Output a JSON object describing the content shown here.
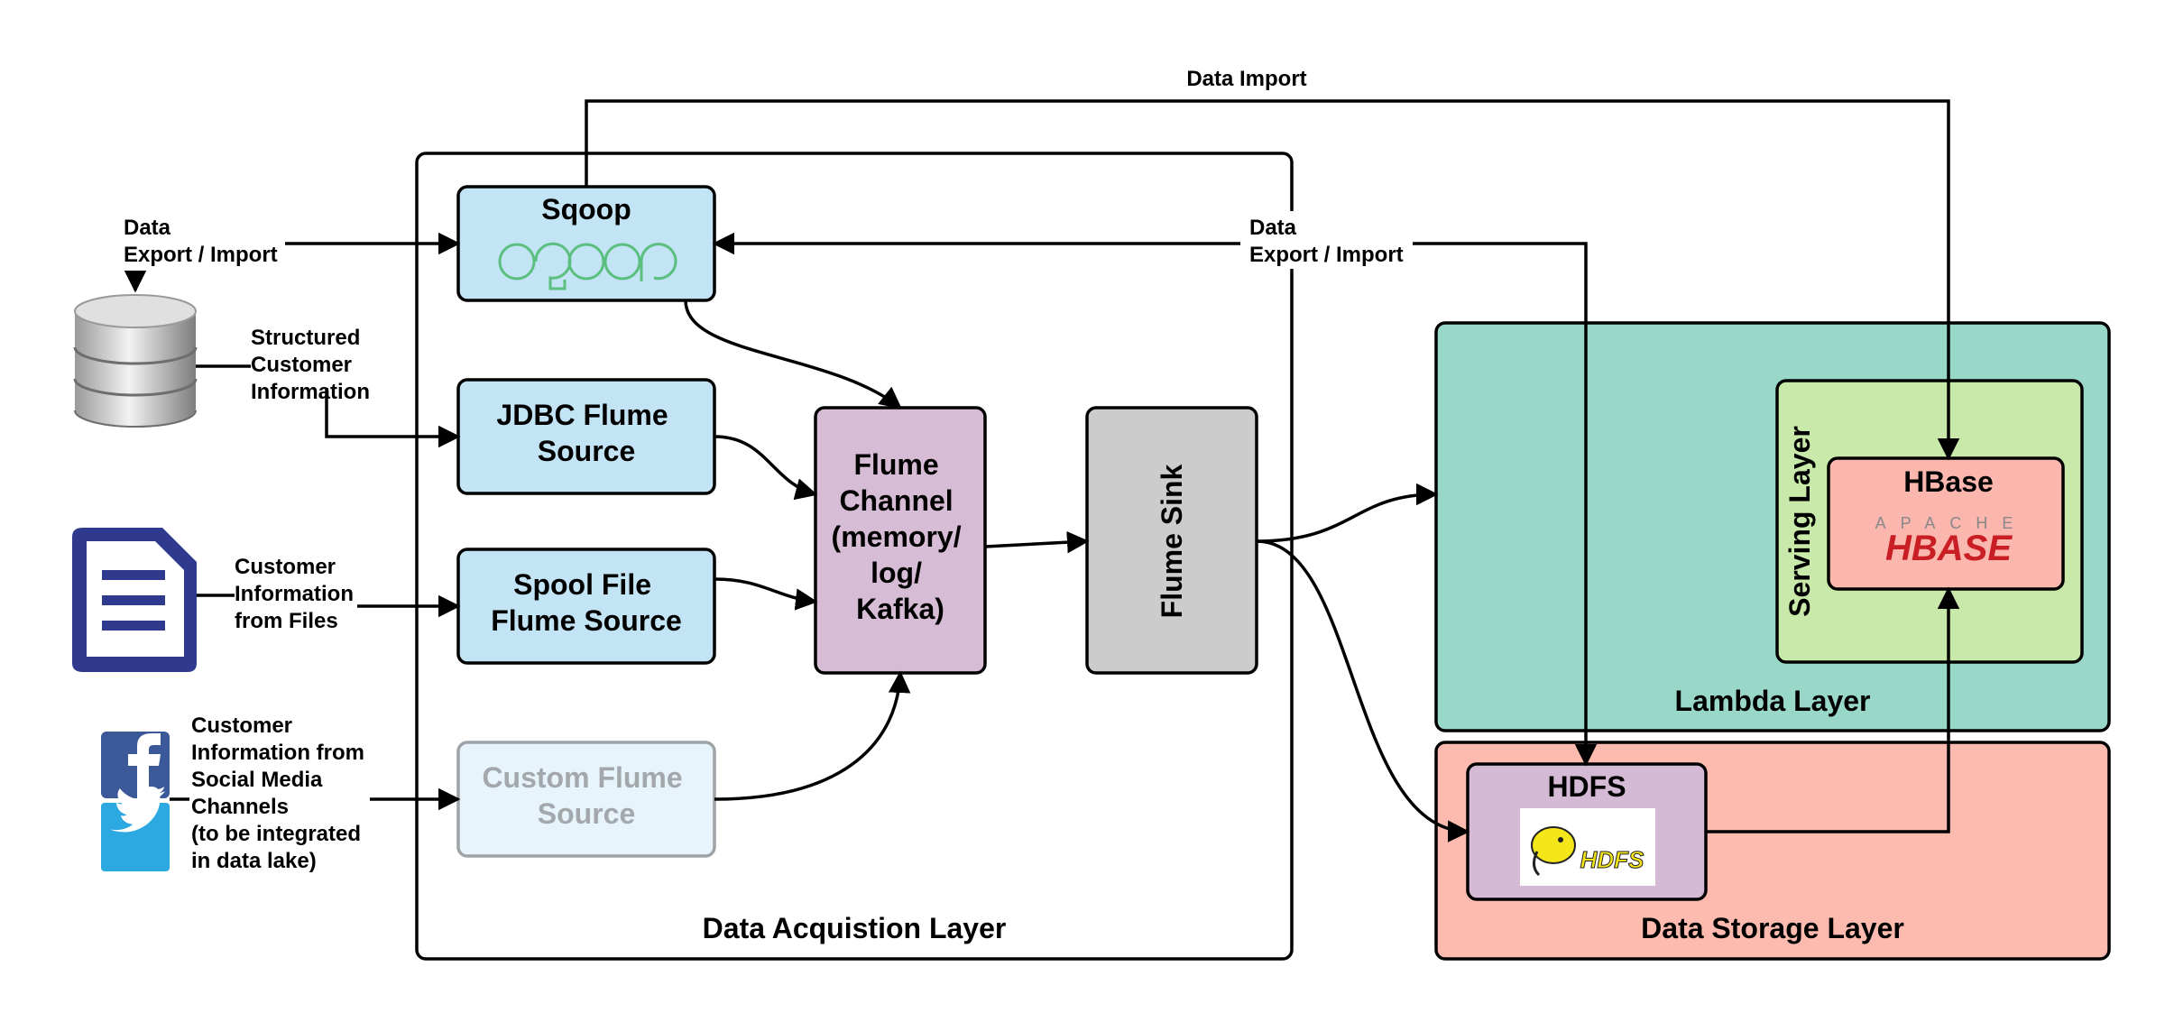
{
  "labels": {
    "data_import": "Data Import",
    "data_export_import_left": [
      "Data",
      "Export / Import"
    ],
    "data_export_import_right": [
      "Data",
      "Export / Import"
    ],
    "structured_customer_info": [
      "Structured",
      "Customer",
      "Information"
    ],
    "customer_info_files": [
      "Customer",
      "Information",
      "from Files"
    ],
    "customer_info_social": [
      "Customer",
      "Information from",
      "Social Media",
      "Channels",
      "(to be integrated",
      "in data lake)"
    ]
  },
  "nodes": {
    "sqoop": {
      "title": "Sqoop",
      "logo_text": "sqoop"
    },
    "jdbc": {
      "lines": [
        "JDBC Flume",
        "Source"
      ]
    },
    "spool": {
      "lines": [
        "Spool File",
        "Flume Source"
      ]
    },
    "custom": {
      "lines": [
        "Custom Flume",
        "Source"
      ]
    },
    "channel": {
      "lines": [
        "Flume",
        "Channel",
        "(memory/",
        "log/",
        "Kafka)"
      ]
    },
    "sink": {
      "title": "Flume Sink"
    },
    "hbase": {
      "title": "HBase",
      "logo_top": "APACHE",
      "logo_main": "HBASE"
    },
    "hdfs": {
      "title": "HDFS",
      "logo_text": "HDFS"
    }
  },
  "layers": {
    "acquisition": "Data Acquistion Layer",
    "lambda": "Lambda Layer",
    "serving": "Serving Layer",
    "storage": "Data Storage Layer"
  },
  "icons": {
    "database": "database-icon",
    "document": "document-icon",
    "facebook": "facebook-icon",
    "twitter": "twitter-icon"
  },
  "colors": {
    "sqoop_fill": "#c3e4f5",
    "source_fill": "#c3e4f5",
    "custom_fill": "#e8f4fb",
    "custom_text": "#a3a8ad",
    "channel_fill": "#d7bcd5",
    "sink_fill": "#cccccc",
    "lambda_fill": "#99d8c9",
    "serving_fill": "#c8e9a9",
    "hbase_fill": "#fbb6ae",
    "storage_fill": "#fcbbae",
    "hdfs_fill": "#d4bad4",
    "sqoop_logo": "#5bbf80",
    "hbase_logo": "#c91e23",
    "document_blue": "#2f3a8f",
    "facebook_blue": "#3b5998",
    "twitter_blue": "#2ca9e1"
  }
}
